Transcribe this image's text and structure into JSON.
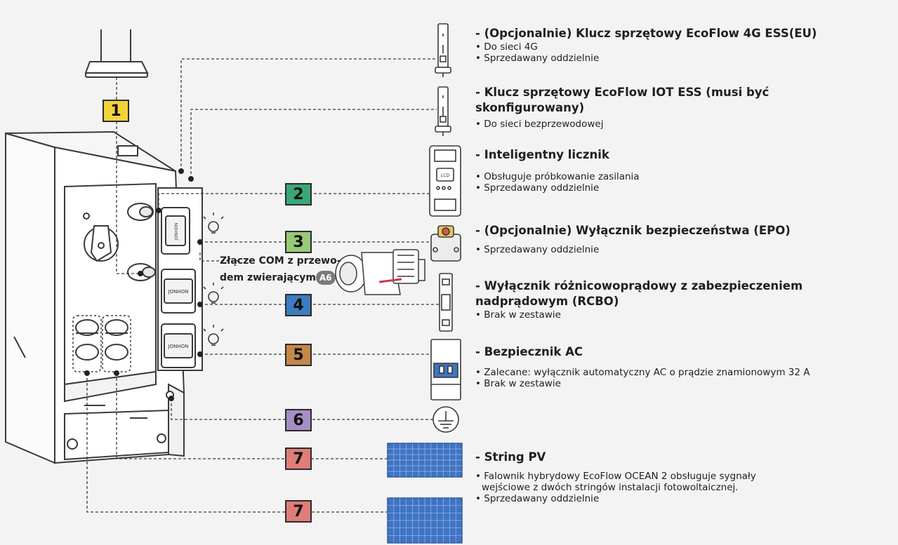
{
  "badges": [
    {
      "label": "1",
      "color": "#f2d23c"
    },
    {
      "label": "2",
      "color": "#3aa778"
    },
    {
      "label": "3",
      "color": "#98c977"
    },
    {
      "label": "4",
      "color": "#3b7dc0"
    },
    {
      "label": "5",
      "color": "#c3884a"
    },
    {
      "label": "6",
      "color": "#a68ec4"
    },
    {
      "label": "7",
      "color": "#e07d78"
    },
    {
      "label": "7",
      "color": "#e07d78"
    }
  ],
  "com_label": {
    "line1": "Złącze COM z przewo-",
    "line2": "dem zwierającym",
    "tag": "A6"
  },
  "panel_labels": [
    "JONHON",
    "JONHON",
    "JONHON"
  ],
  "devices": [
    {
      "title": "- (Opcjonalnie) Klucz sprzętowy EcoFlow 4G ESS(EU)",
      "bullets": [
        "Do sieci 4G",
        "Sprzedawany oddzielnie"
      ]
    },
    {
      "title_line1": "- Klucz sprzętowy EcoFlow IOT ESS (musi być",
      "title_line2": "skonfigurowany)",
      "bullets": [
        "Do sieci bezprzewodowej"
      ]
    },
    {
      "title": "- Inteligentny licznik",
      "bullets": [
        "Obsługuje próbkowanie zasilania",
        "Sprzedawany oddzielnie"
      ],
      "screen": "LCD"
    },
    {
      "title": "- (Opcjonalnie) Wyłącznik bezpieczeństwa (EPO)",
      "bullets": [
        "Sprzedawany oddzielnie"
      ]
    },
    {
      "title_line1": "- Wyłącznik różnicowoprądowy z zabezpieczeniem",
      "title_line2": "nadprądowym (RCBO)",
      "bullets": [
        "Brak w zestawie"
      ]
    },
    {
      "title": "- Bezpiecznik AC",
      "bullets": [
        "Zalecane: wyłącznik automatyczny AC o prądzie znamionowym 32 A",
        "Brak w zestawie"
      ]
    },
    {
      "title": "- String PV",
      "bullet1_line1": "Falownik hybrydowy EcoFlow OCEAN 2 obsługuje sygnały",
      "bullet1_line2": "wejściowe z dwóch stringów instalacji fotowoltaicznej.",
      "bullet2": "Sprzedawany oddzielnie"
    }
  ],
  "colors": {
    "line": "#333333",
    "panel_blue": "#3f74c4",
    "outline": "#3a3a3a"
  }
}
